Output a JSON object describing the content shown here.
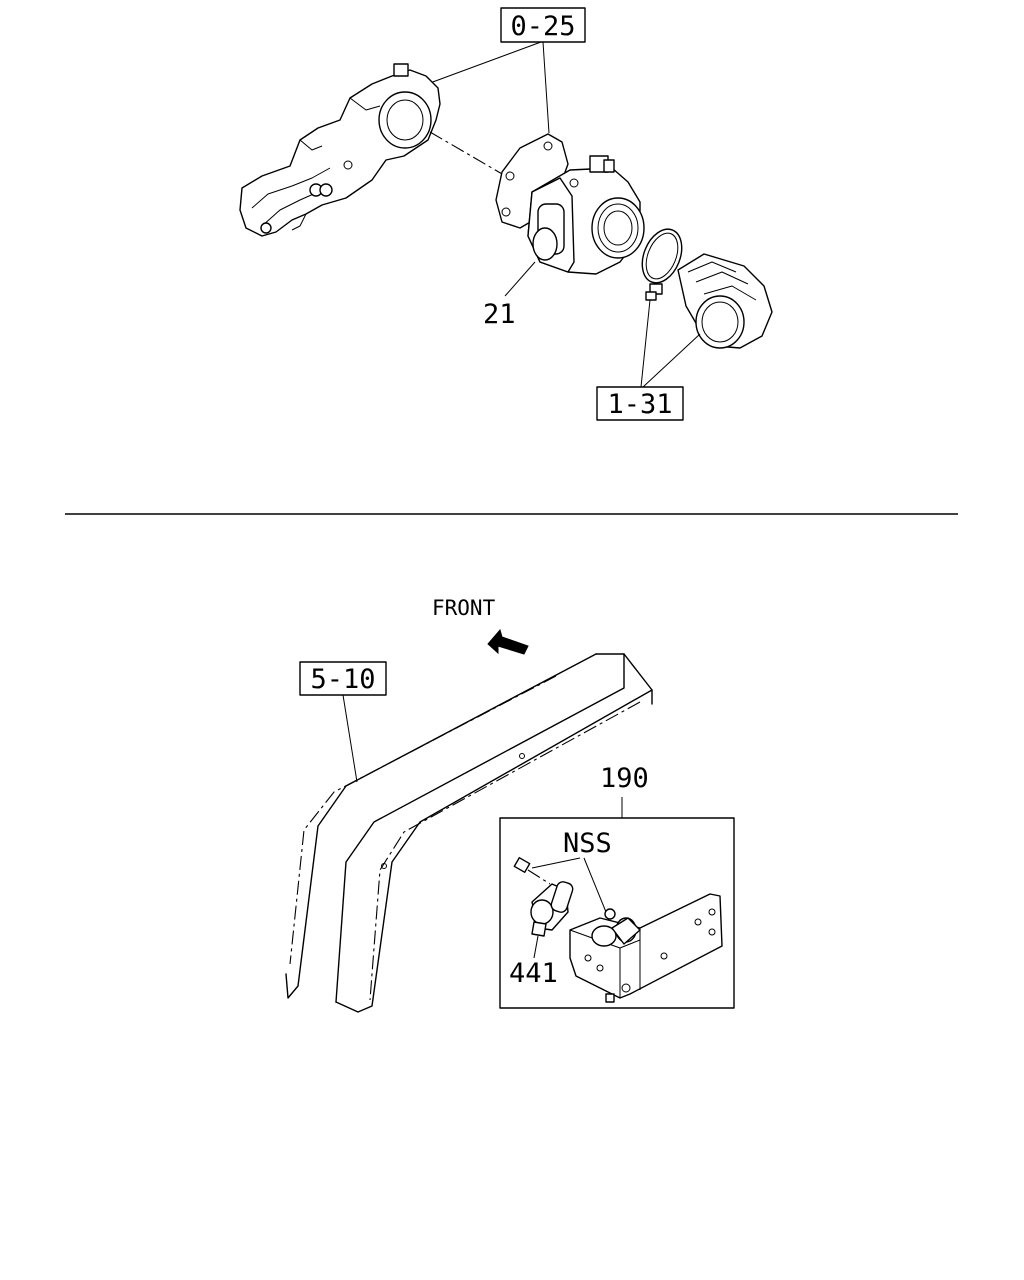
{
  "upper_assembly": {
    "ref_top": "0-25",
    "part_throttle_body": "21",
    "ref_bottom": "1-31"
  },
  "lower_assembly": {
    "direction_label": "FRONT",
    "ref_frame": "5-10",
    "part_bracket_kit": "190",
    "not_serviced_label": "NSS",
    "part_sensor": "441"
  }
}
